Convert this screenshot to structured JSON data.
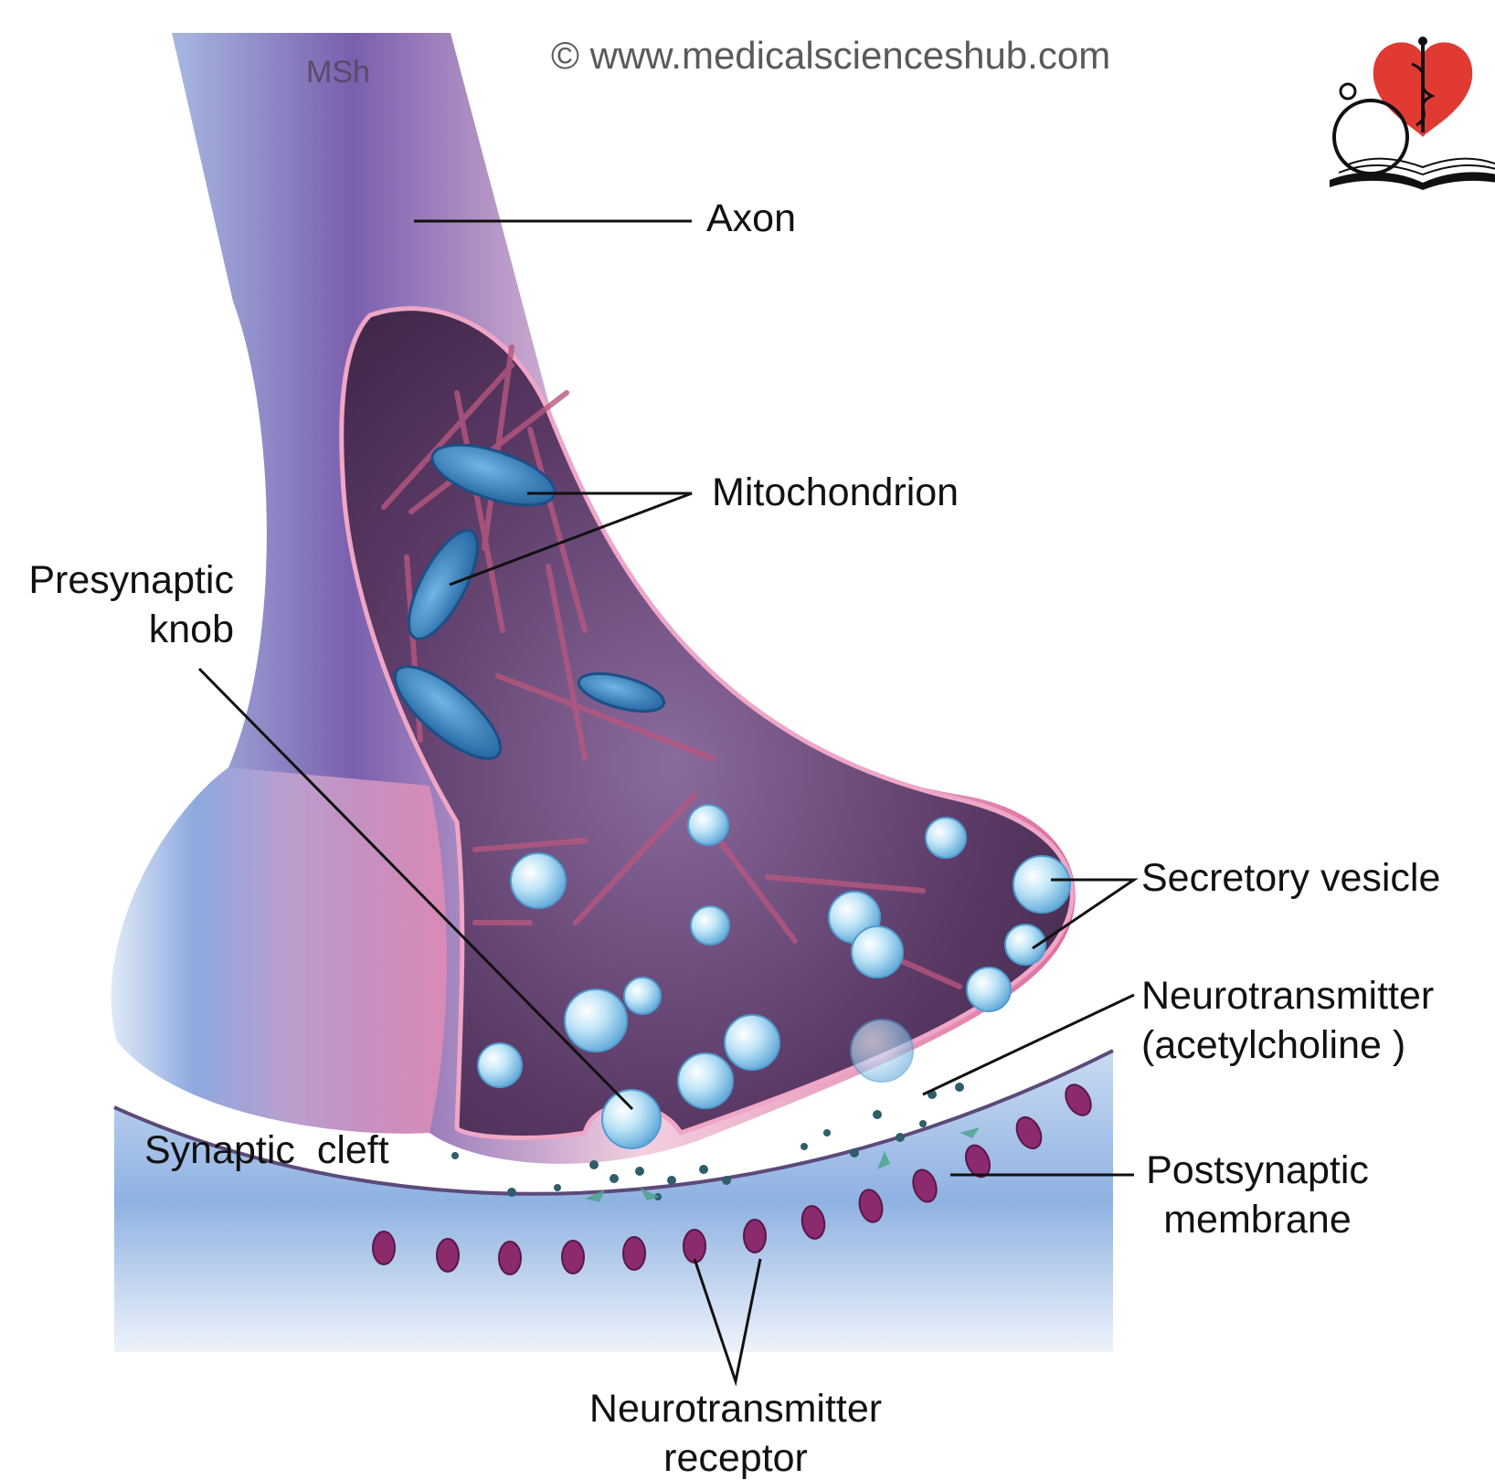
{
  "watermark": {
    "copyright": "© www.medicalscienceshub.com",
    "initials": "MSh"
  },
  "labels": {
    "axon": "Axon",
    "mitochondrion": "Mitochondrion",
    "presynaptic_knob": [
      "Presynaptic",
      "knob"
    ],
    "secretory_vesicle": "Secretory vesicle",
    "neurotransmitter": [
      "Neurotransmitter",
      "(acetylcholine   )"
    ],
    "synaptic_cleft": "Synaptic  cleft",
    "postsynaptic_membrane": [
      "Postsynaptic",
      "membrane"
    ],
    "neurotransmitter_receptor": [
      "Neurotransmitter",
      "receptor"
    ]
  },
  "colors": {
    "axon_pink": "#e07aa6",
    "axon_purple": "#7a5fae",
    "axon_blue": "#9cc3e8",
    "knob_interior": "#5b3a66",
    "mitochondria": "#3d8ac8",
    "vesicles": "#a8d8f2",
    "receptors": "#8c2a6e",
    "postsynaptic_cell": "#8fb2e2",
    "leader_lines": "#111111",
    "logo_heart": "#e03a33"
  }
}
